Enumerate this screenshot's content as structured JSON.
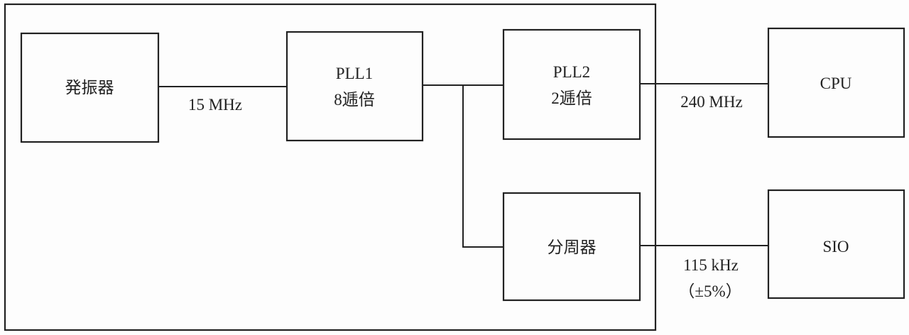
{
  "blocks": {
    "oscillator": {
      "label": "発振器"
    },
    "pll1": {
      "line1": "PLL1",
      "line2": "8逓倍"
    },
    "pll2": {
      "line1": "PLL2",
      "line2": "2逓倍"
    },
    "divider": {
      "label": "分周器"
    },
    "cpu": {
      "label": "CPU"
    },
    "sio": {
      "label": "SIO"
    }
  },
  "signals": {
    "osc_to_pll1": "15 MHz",
    "pll2_to_cpu": "240 MHz",
    "divider_to_sio": "115 kHz",
    "divider_to_sio_tolerance": "（±5%）"
  }
}
